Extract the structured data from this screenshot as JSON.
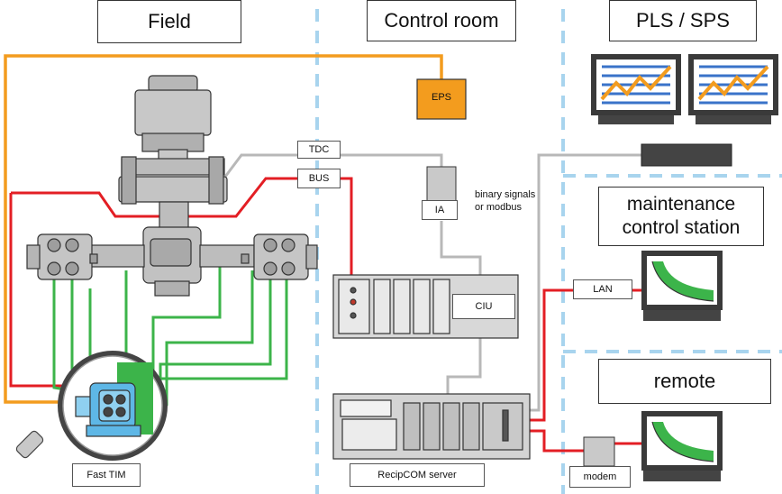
{
  "zones": {
    "field": "Field",
    "control_room": "Control room",
    "pls_sps": "PLS / SPS",
    "maintenance": [
      "maintenance",
      "control station"
    ],
    "remote": "remote"
  },
  "labels": {
    "eps": "EPS",
    "tdc": "TDC",
    "bus": "BUS",
    "ia": "IA",
    "signals": [
      "binary signals",
      "or modbus"
    ],
    "ciu": "CIU",
    "lan": "LAN",
    "modem": "modem",
    "server": "RecipCOM server",
    "fast_tim": "Fast TIM"
  },
  "colors": {
    "orange": "#f39c1e",
    "red": "#e31e24",
    "green": "#3cb44a",
    "gray_wire": "#b8b8b8",
    "dashed_divider": "#a8d4ee",
    "screen_blue": "#3a73c9",
    "chart_orange": "#f39c1e",
    "chart_green": "#3cb44a"
  }
}
